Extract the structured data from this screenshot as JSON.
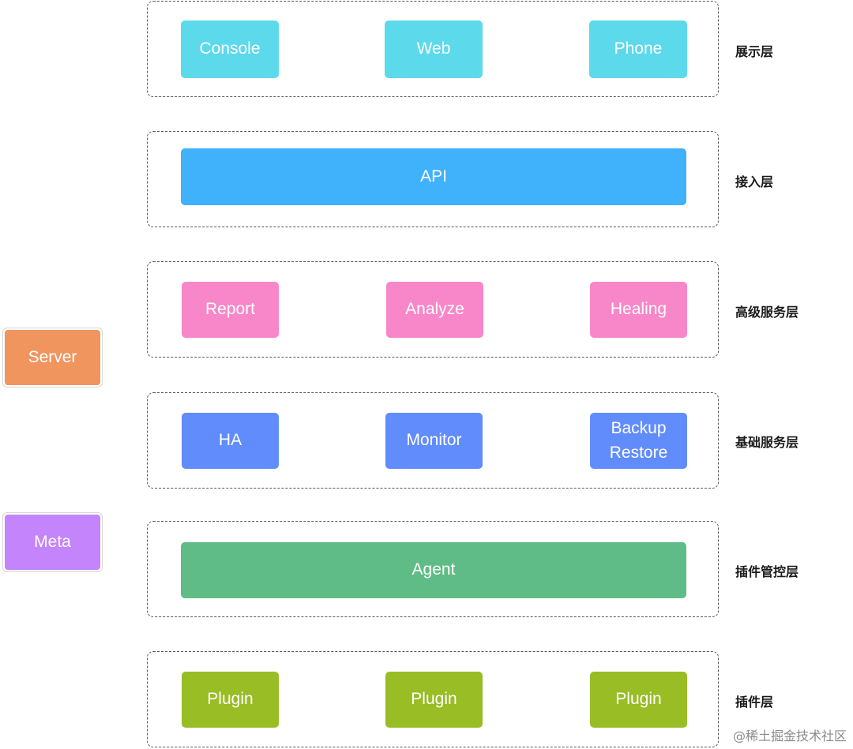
{
  "colors": {
    "presentation": "#5dd9ec",
    "access": "#40b1fb",
    "advanced": "#f787c9",
    "basic": "#618cfb",
    "plugin_mgmt": "#60bc86",
    "plugin": "#98bd25",
    "server": "#f1955f",
    "meta": "#c484fb"
  },
  "layers": {
    "presentation": {
      "label": "展示层",
      "items": [
        "Console",
        "Web",
        "Phone"
      ]
    },
    "access": {
      "label": "接入层",
      "items": [
        "API"
      ]
    },
    "advanced": {
      "label": "高级服务层",
      "items": [
        "Report",
        "Analyze",
        "Healing"
      ]
    },
    "basic": {
      "label": "基础服务层",
      "items": [
        "HA",
        "Monitor",
        "Backup\nRestore"
      ]
    },
    "plugin_mgmt": {
      "label": "插件管控层",
      "items": [
        "Agent"
      ]
    },
    "plugin": {
      "label": "插件层",
      "items": [
        "Plugin",
        "Plugin",
        "Plugin"
      ]
    }
  },
  "side": {
    "server": "Server",
    "meta": "Meta"
  },
  "watermark": "@稀土掘金技术社区"
}
